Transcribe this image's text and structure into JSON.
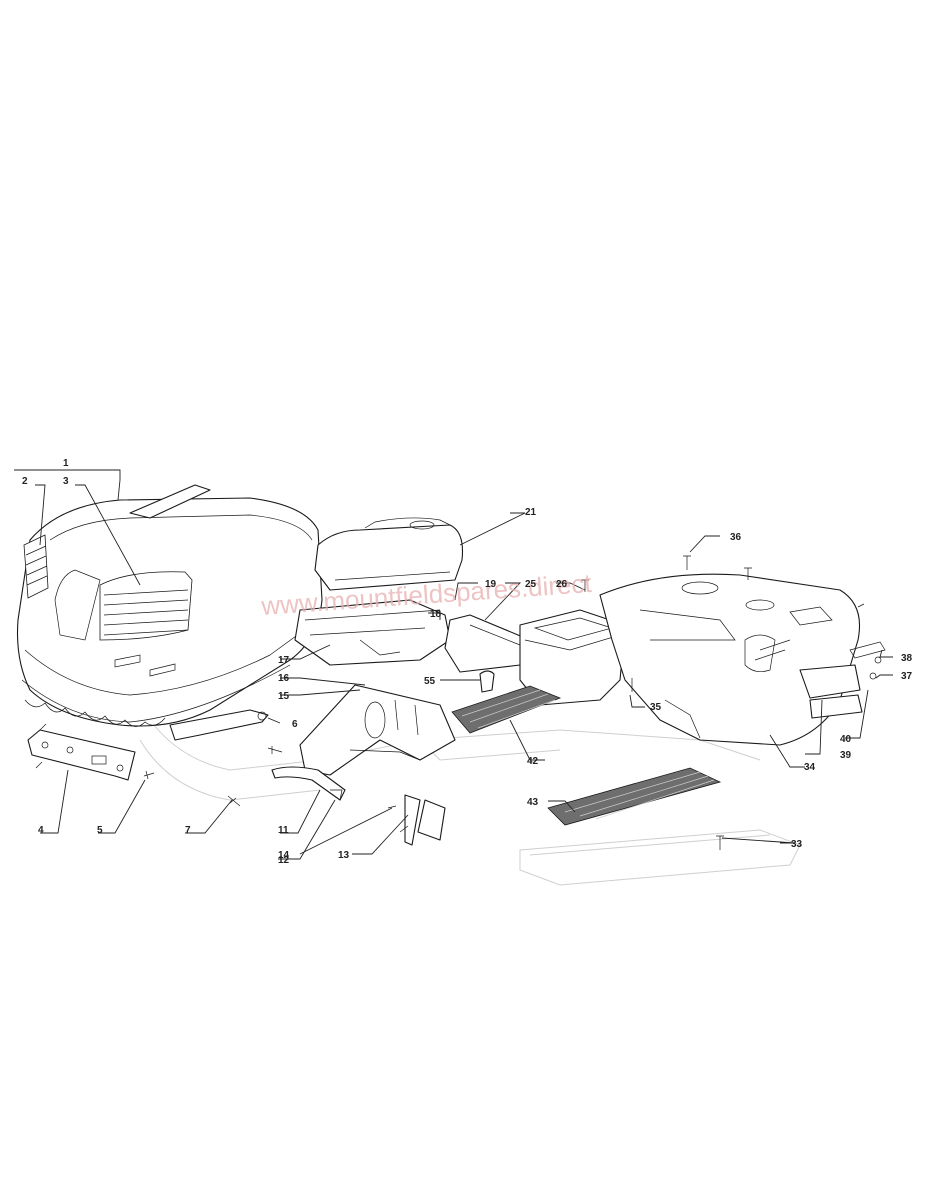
{
  "diagram": {
    "watermark": "www.mountfieldspares.direct",
    "callouts": [
      {
        "id": "c1",
        "text": "1"
      },
      {
        "id": "c2",
        "text": "2"
      },
      {
        "id": "c3",
        "text": "3"
      },
      {
        "id": "c4",
        "text": "4"
      },
      {
        "id": "c5",
        "text": "5"
      },
      {
        "id": "c6",
        "text": "6"
      },
      {
        "id": "c7",
        "text": "7"
      },
      {
        "id": "c11",
        "text": "11"
      },
      {
        "id": "c12",
        "text": "12"
      },
      {
        "id": "c13",
        "text": "13"
      },
      {
        "id": "c14",
        "text": "14"
      },
      {
        "id": "c15",
        "text": "15"
      },
      {
        "id": "c16",
        "text": "16"
      },
      {
        "id": "c17",
        "text": "17"
      },
      {
        "id": "c18",
        "text": "18"
      },
      {
        "id": "c19",
        "text": "19"
      },
      {
        "id": "c21",
        "text": "21"
      },
      {
        "id": "c25",
        "text": "25"
      },
      {
        "id": "c26",
        "text": "26"
      },
      {
        "id": "c33",
        "text": "33"
      },
      {
        "id": "c34",
        "text": "34"
      },
      {
        "id": "c35",
        "text": "35"
      },
      {
        "id": "c36",
        "text": "36"
      },
      {
        "id": "c37",
        "text": "37"
      },
      {
        "id": "c38",
        "text": "38"
      },
      {
        "id": "c39",
        "text": "39"
      },
      {
        "id": "c40",
        "text": "40"
      },
      {
        "id": "c42",
        "text": "42"
      },
      {
        "id": "c43",
        "text": "43"
      },
      {
        "id": "c55",
        "text": "55"
      }
    ]
  }
}
